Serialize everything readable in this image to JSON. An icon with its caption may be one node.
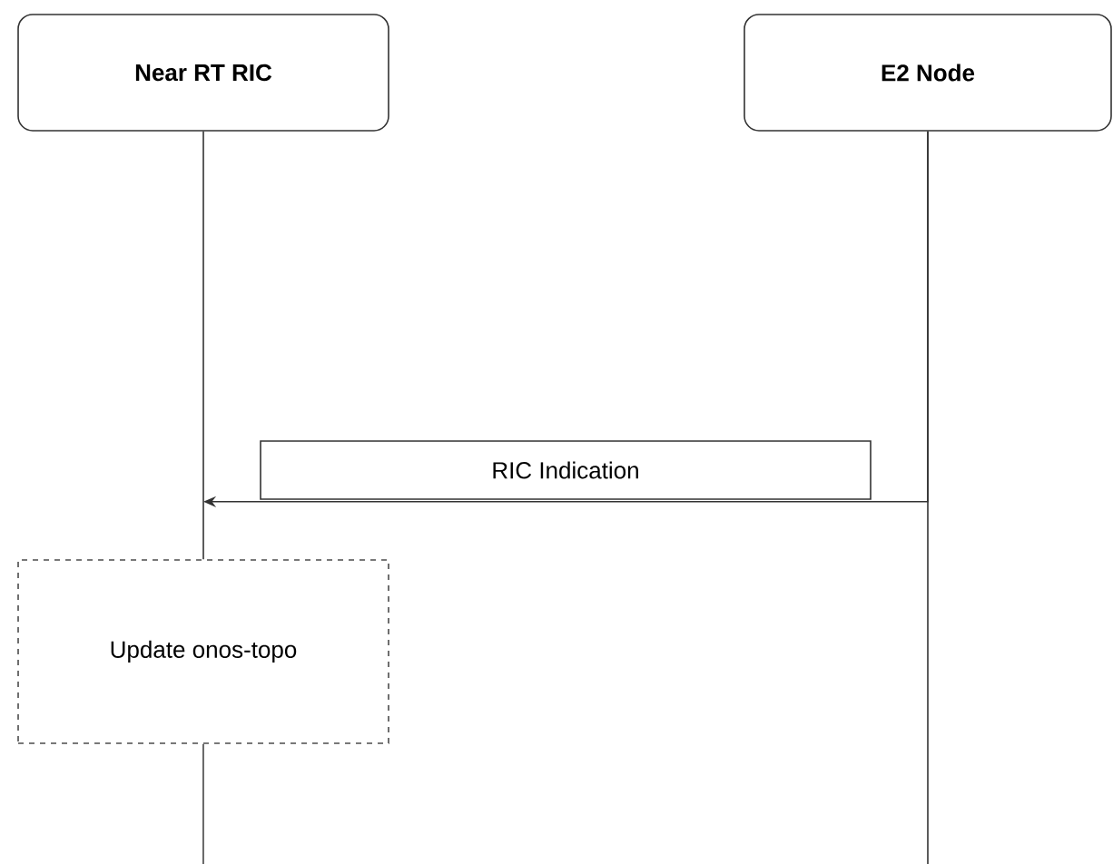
{
  "diagram": {
    "nodes": [
      {
        "text": [
          "Near RT RIC"
        ]
      },
      {
        "text": [
          "E2 Node"
        ]
      },
      {
        "text": [
          "Update onos-topo"
        ]
      }
    ],
    "edges": [
      {
        "from": 0,
        "to": 2,
        "arrow": "none"
      },
      {
        "from": 2,
        "to": null,
        "arrow": "none"
      },
      {
        "from": 1,
        "to": null,
        "arrow": "none"
      },
      {
        "from": 1,
        "to": null,
        "arrow": "to",
        "label": "RIC Indication"
      }
    ]
  }
}
